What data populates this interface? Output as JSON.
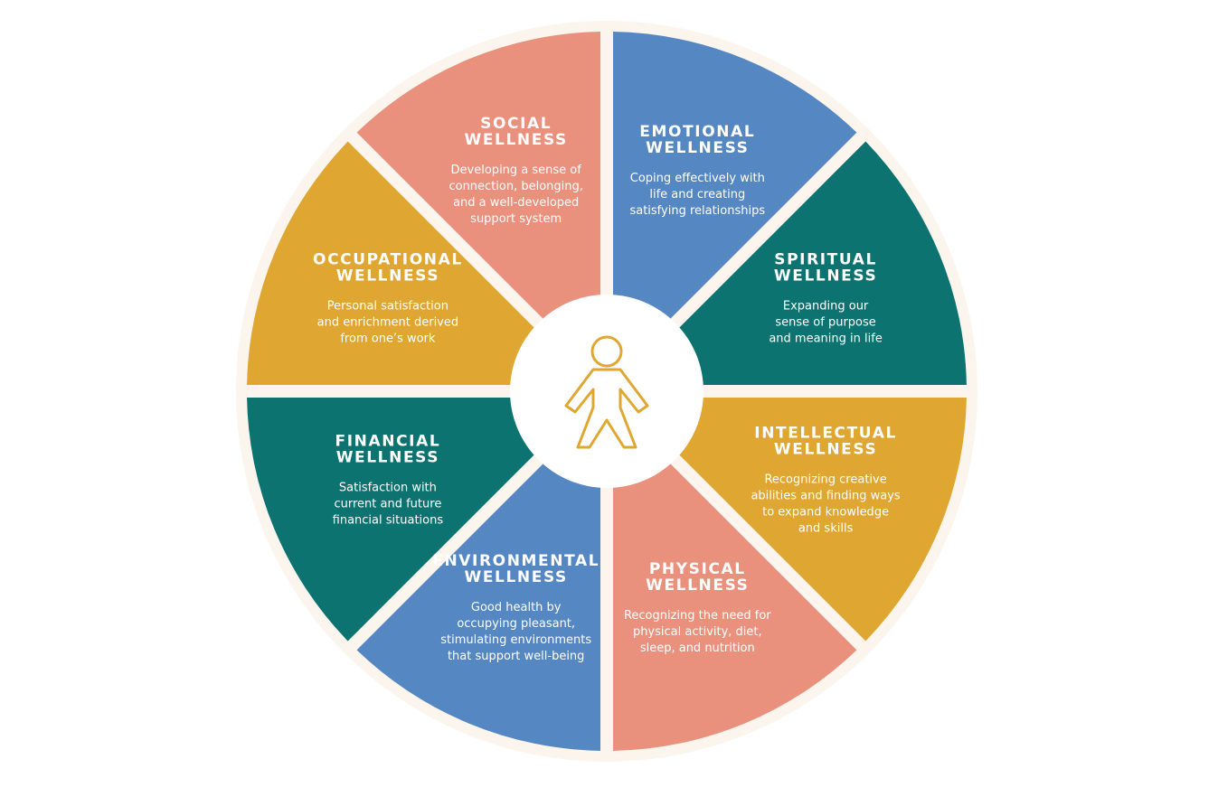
{
  "colors": {
    "salmon": "#E9917C",
    "blue": "#5587C2",
    "teal": "#0C7370",
    "gold": "#DFA632",
    "gap": "#FBF5EE",
    "center": "#ffffff",
    "icon": "#DFA632"
  },
  "center": {
    "icon": "person-icon"
  },
  "segments": [
    {
      "id": "emotional",
      "color": "blue",
      "title": [
        "EMOTIONAL",
        "WELLNESS"
      ],
      "desc": [
        "Coping effectively with",
        "life and creating",
        "satisfying relationships"
      ]
    },
    {
      "id": "spiritual",
      "color": "teal",
      "title": [
        "SPIRITUAL",
        "WELLNESS"
      ],
      "desc": [
        "Expanding our",
        "sense of purpose",
        "and meaning in life"
      ]
    },
    {
      "id": "intellectual",
      "color": "gold",
      "title": [
        "INTELLECTUAL",
        "WELLNESS"
      ],
      "desc": [
        "Recognizing creative",
        "abilities and finding ways",
        "to expand knowledge",
        "and skills"
      ]
    },
    {
      "id": "physical",
      "color": "salmon",
      "title": [
        "PHYSICAL",
        "WELLNESS"
      ],
      "desc": [
        "Recognizing the need for",
        "physical activity, diet,",
        "sleep, and nutrition"
      ]
    },
    {
      "id": "environmental",
      "color": "blue",
      "title": [
        "ENVIRONMENTAL",
        "WELLNESS"
      ],
      "desc": [
        "Good health by",
        "occupying pleasant,",
        "stimulating environments",
        "that support well-being"
      ]
    },
    {
      "id": "financial",
      "color": "teal",
      "title": [
        "FINANCIAL",
        "WELLNESS"
      ],
      "desc": [
        "Satisfaction with",
        "current and future",
        "financial situations"
      ]
    },
    {
      "id": "occupational",
      "color": "gold",
      "title": [
        "OCCUPATIONAL",
        "WELLNESS"
      ],
      "desc": [
        "Personal satisfaction",
        "and enrichment derived",
        "from one’s work"
      ]
    },
    {
      "id": "social",
      "color": "salmon",
      "title": [
        "SOCIAL",
        "WELLNESS"
      ],
      "desc": [
        "Developing a sense of",
        "connection, belonging,",
        "and a well-developed",
        "support system"
      ]
    }
  ]
}
